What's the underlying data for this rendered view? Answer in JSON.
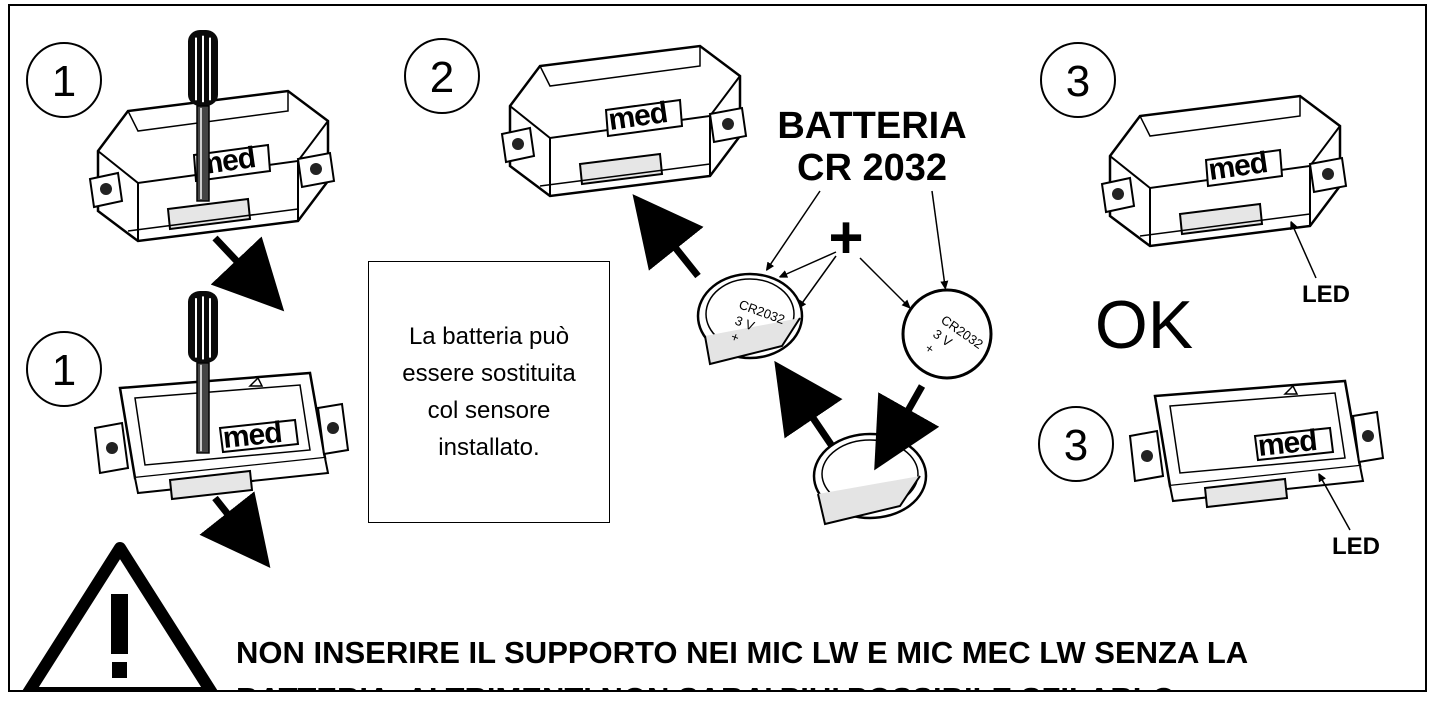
{
  "steps": {
    "step1a": "1",
    "step1b": "1",
    "step2": "2",
    "step3a": "3",
    "step3b": "3"
  },
  "battery_label": {
    "line1": "BATTERIA",
    "line2": "CR 2032"
  },
  "plus_sign": "+",
  "coin": {
    "model": "CR2032",
    "voltage": "3 V",
    "polarity": "+"
  },
  "brand_logo": "med",
  "note_text": "La batteria può essere sostituita col sensore installato.",
  "ok_label": "OK",
  "led_label_top": "LED",
  "led_label_bottom": "LED",
  "warning": {
    "line1": "NON INSERIRE IL SUPPORTO NEI MIC LW E MIC MEC LW SENZA LA",
    "line2": "BATTERIA, ALTRIMENTI NON SARA’ PIU’ POSSIBILE SFILARLO."
  },
  "icons": {
    "warning": "warning-triangle-icon",
    "screwdriver": "screwdriver-icon"
  }
}
